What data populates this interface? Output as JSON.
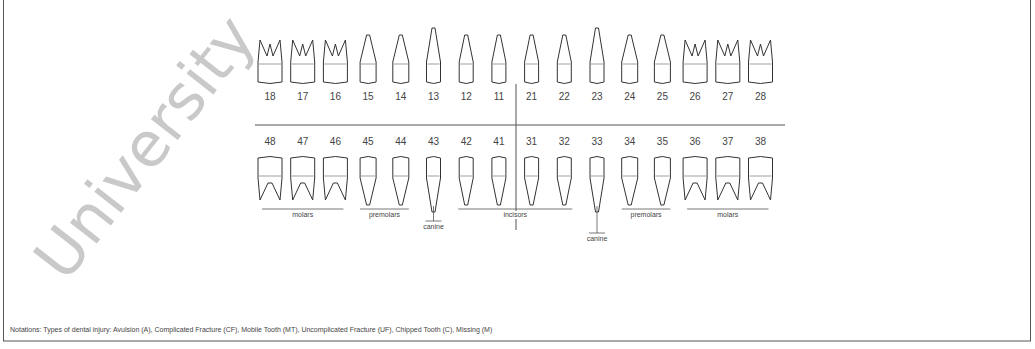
{
  "diagram": {
    "labels": [
      "18",
      "17",
      "16",
      "15",
      "14",
      "13",
      "12",
      "11",
      "21",
      "22",
      "23",
      "24",
      "25",
      "26",
      "27",
      "28",
      "48",
      "47",
      "46",
      "45",
      "44",
      "43",
      "42",
      "41",
      "31",
      "32",
      "33",
      "34",
      "35",
      "36",
      "37",
      "38",
      "molars",
      "premolars",
      "canine",
      "incisors",
      "canine",
      "premolars",
      "molars",
      "Notations: Types of dental injury: Avulsion (A), Complicated Fracture (CF), Mobile Tooth (MT), Uncomplicated Fracture (UF), Chipped Tooth (C), Missing (M)",
      "University"
    ]
  }
}
